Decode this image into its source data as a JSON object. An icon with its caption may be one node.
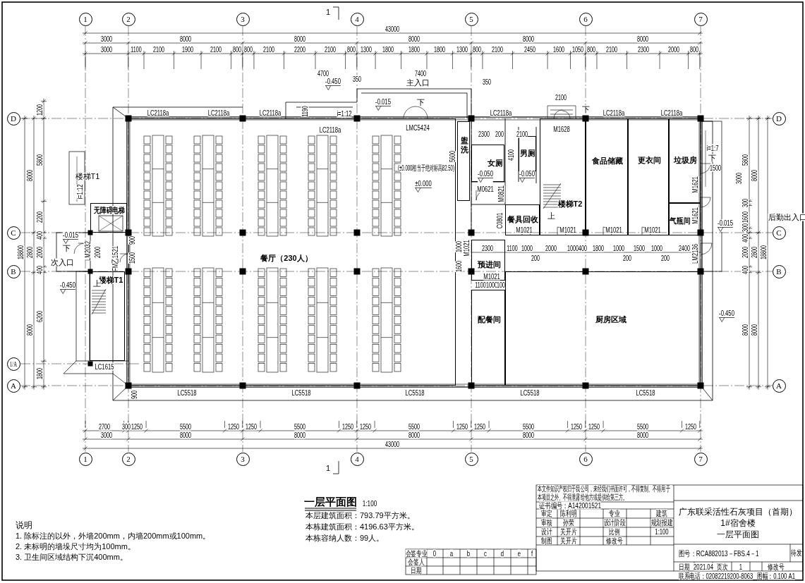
{
  "diagram": {
    "title": "一层平面图",
    "nodes": [
      {
        "text": [
          "1"
        ]
      },
      {
        "text": [
          "2"
        ]
      },
      {
        "text": [
          "3"
        ]
      },
      {
        "text": [
          "4"
        ]
      },
      {
        "text": [
          "5"
        ]
      },
      {
        "text": [
          "6"
        ]
      },
      {
        "text": [
          "7"
        ]
      },
      {
        "text": [
          "D"
        ]
      },
      {
        "text": [
          "C"
        ]
      },
      {
        "text": [
          "B"
        ]
      },
      {
        "text": [
          "1/A"
        ]
      },
      {
        "text": [
          "A"
        ]
      },
      {
        "text": [
          "D"
        ]
      },
      {
        "text": [
          "C"
        ]
      },
      {
        "text": [
          "B"
        ]
      },
      {
        "text": [
          "A"
        ]
      },
      {
        "text": [
          "盥洗"
        ]
      },
      {
        "text": [
          "女厕"
        ]
      },
      {
        "text": [
          "男厕"
        ]
      },
      {
        "text": [
          "无障碍电梯"
        ]
      },
      {
        "text": [
          "餐厅（230人）"
        ]
      },
      {
        "text": [
          "食品储藏"
        ]
      },
      {
        "text": [
          "更衣间"
        ]
      },
      {
        "text": [
          "垃圾房"
        ]
      },
      {
        "text": [
          "楼梯T2"
        ]
      },
      {
        "text": [
          "餐具回收"
        ]
      },
      {
        "text": [
          "气瓶间"
        ]
      },
      {
        "text": [
          "楼梯T1"
        ]
      },
      {
        "text": [
          "预进间"
        ]
      },
      {
        "text": [
          "配餐间"
        ]
      },
      {
        "text": [
          "厨房区域"
        ]
      },
      {
        "text": [
          "1"
        ]
      },
      {
        "text": [
          "2"
        ]
      },
      {
        "text": [
          "3"
        ]
      },
      {
        "text": [
          "4"
        ]
      },
      {
        "text": [
          "5"
        ]
      },
      {
        "text": [
          "6"
        ]
      },
      {
        "text": [
          "7"
        ]
      }
    ],
    "labels": [
      "1",
      "43000",
      "3000",
      "8000",
      "8000",
      "8000",
      "8000",
      "8000",
      "3000",
      "1100",
      "2100",
      "1900",
      "2100",
      "800",
      "800",
      "2100",
      "2200",
      "2100",
      "800",
      "1300",
      "1800",
      "1800",
      "1800",
      "1300",
      "800",
      "2100",
      "2450",
      "1600",
      "1050",
      "800",
      "2100",
      "2300",
      "2000",
      "800",
      "2700",
      "300",
      "1250",
      "5500",
      "1250",
      "1250",
      "5500",
      "1250",
      "1250",
      "5500",
      "1250",
      "1250",
      "5500",
      "1250",
      "1250",
      "5500",
      "1250",
      "3000",
      "8000",
      "8000",
      "8000",
      "8000",
      "8000",
      "43000",
      "1",
      "1200",
      "5800",
      "2200",
      "400",
      "2000",
      "400",
      "6200",
      "1800",
      "8000",
      "2800",
      "8000",
      "18800",
      "5800",
      "300",
      "1600",
      "300",
      "400",
      "2000",
      "400",
      "8000",
      "8000",
      "2800",
      "8000",
      "18800",
      "4700",
      "7400",
      "-0.450",
      "350",
      "主入口",
      "350",
      "-0.015",
      "i=1:12",
      "1190",
      "2100",
      "LC2118a",
      "LC2118a",
      "LC2118a",
      "LC2118a",
      "LC2118a",
      "LC2118a",
      "LC2118a",
      "LMC5424",
      "M1628",
      "下",
      "下",
      "2300",
      "200",
      "2100",
      "5600",
      "4100",
      "(±0.000相当于绝对标高82.50)",
      "±0.000",
      "M0621",
      "M0821",
      "C0801",
      "M1021",
      "M1021",
      "M1021",
      "M1021",
      "M1621",
      "M1621",
      "LM2136",
      "i=1:7",
      "下",
      "1500",
      "3000",
      "-0.015",
      "后勤出入口",
      "M1021",
      "M1021",
      "2300",
      "1100",
      "1000",
      "200",
      "2000",
      "1000",
      "400",
      "1800",
      "1000",
      "200",
      "1500",
      "1000",
      "200",
      "2400",
      "1100",
      "1000",
      "100",
      "1600",
      "1000",
      "-0.450",
      "-0.450",
      "-0.015",
      "次入口",
      "LM2032",
      "FM乙1521",
      "900",
      "1500",
      "2000",
      "i=1:12",
      "900",
      "LC1615",
      "LC5518",
      "LC5518",
      "LC5518",
      "LC5518",
      "LC5518",
      "下",
      "上",
      "上",
      "1:100",
      "本层建筑面积：793.79平方米。",
      "本栋建筑面积：4196.63平方米。",
      "本栋容纳人数：99人。",
      "说明",
      "1. 除标注的以外，外墙200mm，内墙200mm或100mm。",
      "2. 未标明的墙垛尺寸均为100mm。",
      "3. 卫生间区域结构下沉400mm。",
      "本文件知识产权归于我公司，未经我们书面许可，不得复制、不得用于本项目之外、不得泄露给他方或提供给第三方。",
      "证书编号：A142001521",
      "审定",
      "陈利明",
      "专业",
      "建筑",
      "审核",
      "孙荣",
      "设计阶段",
      "规划报建",
      "设计",
      "关开片",
      "比例",
      "1:100",
      "制图",
      "关开片",
      "修改号",
      "广东联采活性石灰项目（首期）",
      "1#宿舍楼",
      "一层平面图",
      "图号：RCA882013－FBS.4－1",
      "待发",
      "日期",
      "2021.04",
      "页次",
      "1",
      "修改号",
      "联系电话：02082219200-8063",
      "图幅：0.100 A1",
      "会签专业",
      "会签人",
      "日期",
      "0",
      "a",
      "b",
      "c",
      "d",
      "e",
      "f",
      "楼梯T1",
      "-0.050",
      "-0.050"
    ]
  }
}
